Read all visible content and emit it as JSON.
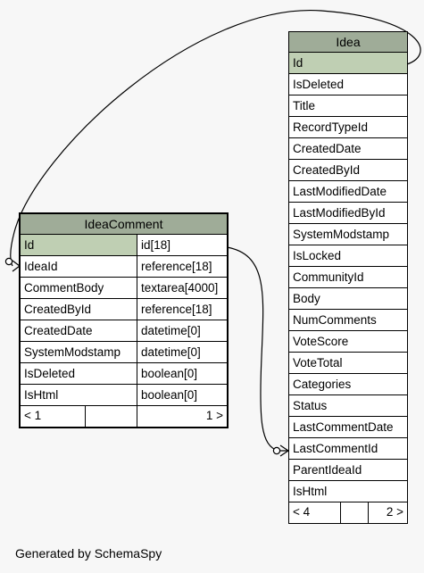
{
  "idea": {
    "title": "Idea",
    "columns": [
      "Id",
      "IsDeleted",
      "Title",
      "RecordTypeId",
      "CreatedDate",
      "CreatedById",
      "LastModifiedDate",
      "LastModifiedById",
      "SystemModstamp",
      "IsLocked",
      "CommunityId",
      "Body",
      "NumComments",
      "VoteScore",
      "VoteTotal",
      "Categories",
      "Status",
      "LastCommentDate",
      "LastCommentId",
      "ParentIdeaId",
      "IsHtml"
    ],
    "footer": {
      "left": "< 4",
      "right": "2 >"
    }
  },
  "ideacomment": {
    "title": "IdeaComment",
    "rows": [
      {
        "name": "Id",
        "type": "id[18]"
      },
      {
        "name": "IdeaId",
        "type": "reference[18]"
      },
      {
        "name": "CommentBody",
        "type": "textarea[4000]"
      },
      {
        "name": "CreatedById",
        "type": "reference[18]"
      },
      {
        "name": "CreatedDate",
        "type": "datetime[0]"
      },
      {
        "name": "SystemModstamp",
        "type": "datetime[0]"
      },
      {
        "name": "IsDeleted",
        "type": "boolean[0]"
      },
      {
        "name": "IsHtml",
        "type": "boolean[0]"
      }
    ],
    "footer": {
      "left": "< 1",
      "right": "1 >"
    }
  },
  "generated_by": "Generated by SchemaSpy",
  "colors": {
    "title_bg": "#9fac98",
    "pk_bg": "#bfcfb3",
    "page_bg": "#f7f7f7"
  }
}
